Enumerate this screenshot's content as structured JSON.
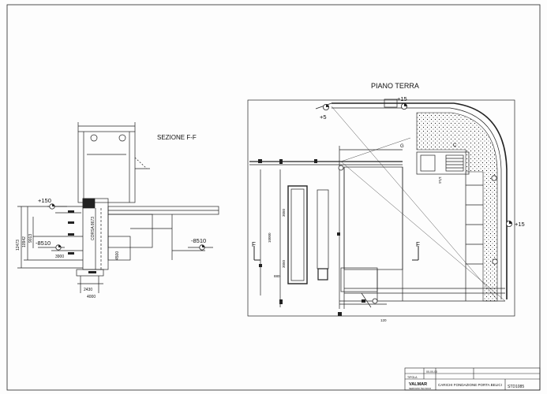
{
  "drawing": {
    "section_title": "SEZIONE F-F",
    "plan_title": "PIANO TERRA",
    "section": {
      "level_top": "+150",
      "level_left": "-8510",
      "level_right": "-8510",
      "dims_left": [
        "12473",
        "10942",
        "9013"
      ],
      "dim_corsa": "CORSA 8673",
      "dim_3900": "3900",
      "dim_4500": "4500",
      "dim_2430": "2430",
      "dim_4000": "4000"
    },
    "plan": {
      "level_top_left": "+5",
      "level_top_right": "+15",
      "level_right": "+15",
      "section_mark": "F",
      "letter_g": "G",
      "letter_c": "C",
      "dim_3050_top": "3050",
      "dim_10000": "10000",
      "dim_3050_bottom": "3050",
      "dim_880": "880",
      "dim_120": "120",
      "dim_ramp": "1/14"
    },
    "title_block": {
      "company": "VALMAR",
      "company_sub": "SERVIZIO TECNICO",
      "title": "CARICHI FONDAZIONE PORTA BELICI",
      "code": "STD1085",
      "row_date": "00-00-00",
      "row_label": "TIPOLA"
    }
  }
}
